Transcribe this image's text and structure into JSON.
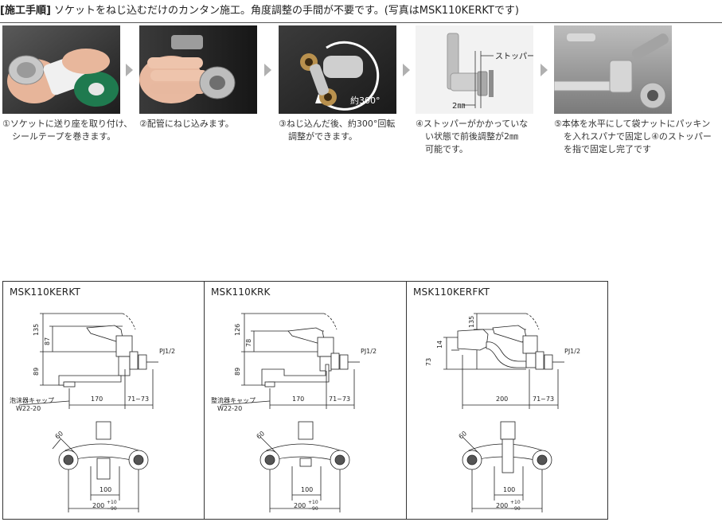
{
  "header": {
    "label": "[施工手順]",
    "description": "ソケットをねじ込むだけのカンタン施工。角度調整の手間が不要です。(写真はMSK110KERKTです)"
  },
  "steps": [
    {
      "line1": "①ソケットに送り座を取り付け、",
      "line2": "シールテープを巻きます。",
      "line3": ""
    },
    {
      "line1": "②配管にねじ込みます。",
      "line2": "",
      "line3": ""
    },
    {
      "line1": "③ねじ込んだ後、約300°回転",
      "line2": "調整ができます。",
      "line3": ""
    },
    {
      "line1": "④ストッパーがかかっていな",
      "line2": "い状態で前後調整が2㎜",
      "line3": "可能です。"
    },
    {
      "line1": "⑤本体を水平にして袋ナットにパッキン",
      "line2": "を入れスパナで固定し④のストッパー",
      "line3": "を指で固定し完了です"
    }
  ],
  "photo_labels": {
    "rotation": "約300°",
    "stopper": "ストッパー",
    "gap": "2㎜"
  },
  "models": [
    {
      "name": "MSK110KERKT",
      "dims": {
        "total_h": "135",
        "upper_h": "87",
        "lower_h": "89",
        "spout": "170",
        "offset": "71~73",
        "pipe": "PJ1/2",
        "cap1": "泡沫器キャップ",
        "cap2": "W22-20",
        "angle": "60",
        "center": "100",
        "width": "200",
        "tol_up": "+10",
        "tol_dn": "−90"
      }
    },
    {
      "name": "MSK110KRK",
      "dims": {
        "total_h": "126",
        "upper_h": "78",
        "lower_h": "89",
        "spout": "170",
        "offset": "71~73",
        "pipe": "PJ1/2",
        "cap1": "整流器キャップ",
        "cap2": "W22-20",
        "angle": "60",
        "center": "100",
        "width": "200",
        "tol_up": "+10",
        "tol_dn": "−90"
      }
    },
    {
      "name": "MSK110KERFKT",
      "dims": {
        "total_h": "135",
        "upper_h": "14",
        "lower_h": "73",
        "spout": "200",
        "offset": "71~73",
        "pipe": "PJ1/2",
        "angle": "60",
        "center": "100",
        "width": "200",
        "tol_up": "+10",
        "tol_dn": "−90"
      }
    }
  ]
}
